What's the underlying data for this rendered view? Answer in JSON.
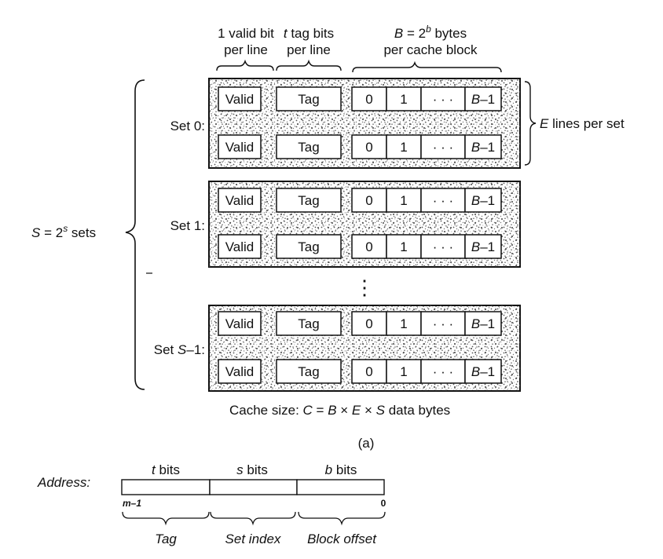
{
  "header": {
    "valid_line1": "1 valid bit",
    "valid_line2": "per line",
    "tag_line1_var": "t",
    "tag_line1_rest": " tag bits",
    "tag_line2": "per line",
    "block_line1_a": "B",
    "block_line1_b": " = 2",
    "block_line1_exp": "b",
    "block_line1_c": " bytes",
    "block_line2": "per cache block"
  },
  "sets": [
    {
      "label_pre": "Set 0:",
      "label_var": "",
      "label_post": ""
    },
    {
      "label_pre": "Set 1:",
      "label_var": "",
      "label_post": ""
    },
    {
      "label_pre": "Set ",
      "label_var": "S",
      "label_post": "–1:"
    }
  ],
  "line": {
    "valid": "Valid",
    "tag": "Tag",
    "byte0": "0",
    "byte1": "1",
    "ellipsis": "· · ·",
    "last_var": "B",
    "last_rest": "–1"
  },
  "e_label": {
    "var": "E",
    "rest": " lines per set"
  },
  "s_label": {
    "var": "S",
    "eq": " = 2",
    "exp": "s",
    "rest": " sets"
  },
  "vdots": "⋮",
  "cache_size": {
    "prefix": "Cache size:  ",
    "c": "C",
    "eq": " = ",
    "b": "B",
    "x1": " × ",
    "e": "E",
    "x2": " × ",
    "s": "S",
    "suffix": " data bytes"
  },
  "caption": "(a)",
  "address": {
    "label": "Address:",
    "fields": [
      {
        "var": "t",
        "rest": " bits",
        "name": "Tag"
      },
      {
        "var": "s",
        "rest": " bits",
        "name": "Set index"
      },
      {
        "var": "b",
        "rest": " bits",
        "name": "Block offset"
      }
    ],
    "msb": "m–1",
    "lsb": "0"
  }
}
